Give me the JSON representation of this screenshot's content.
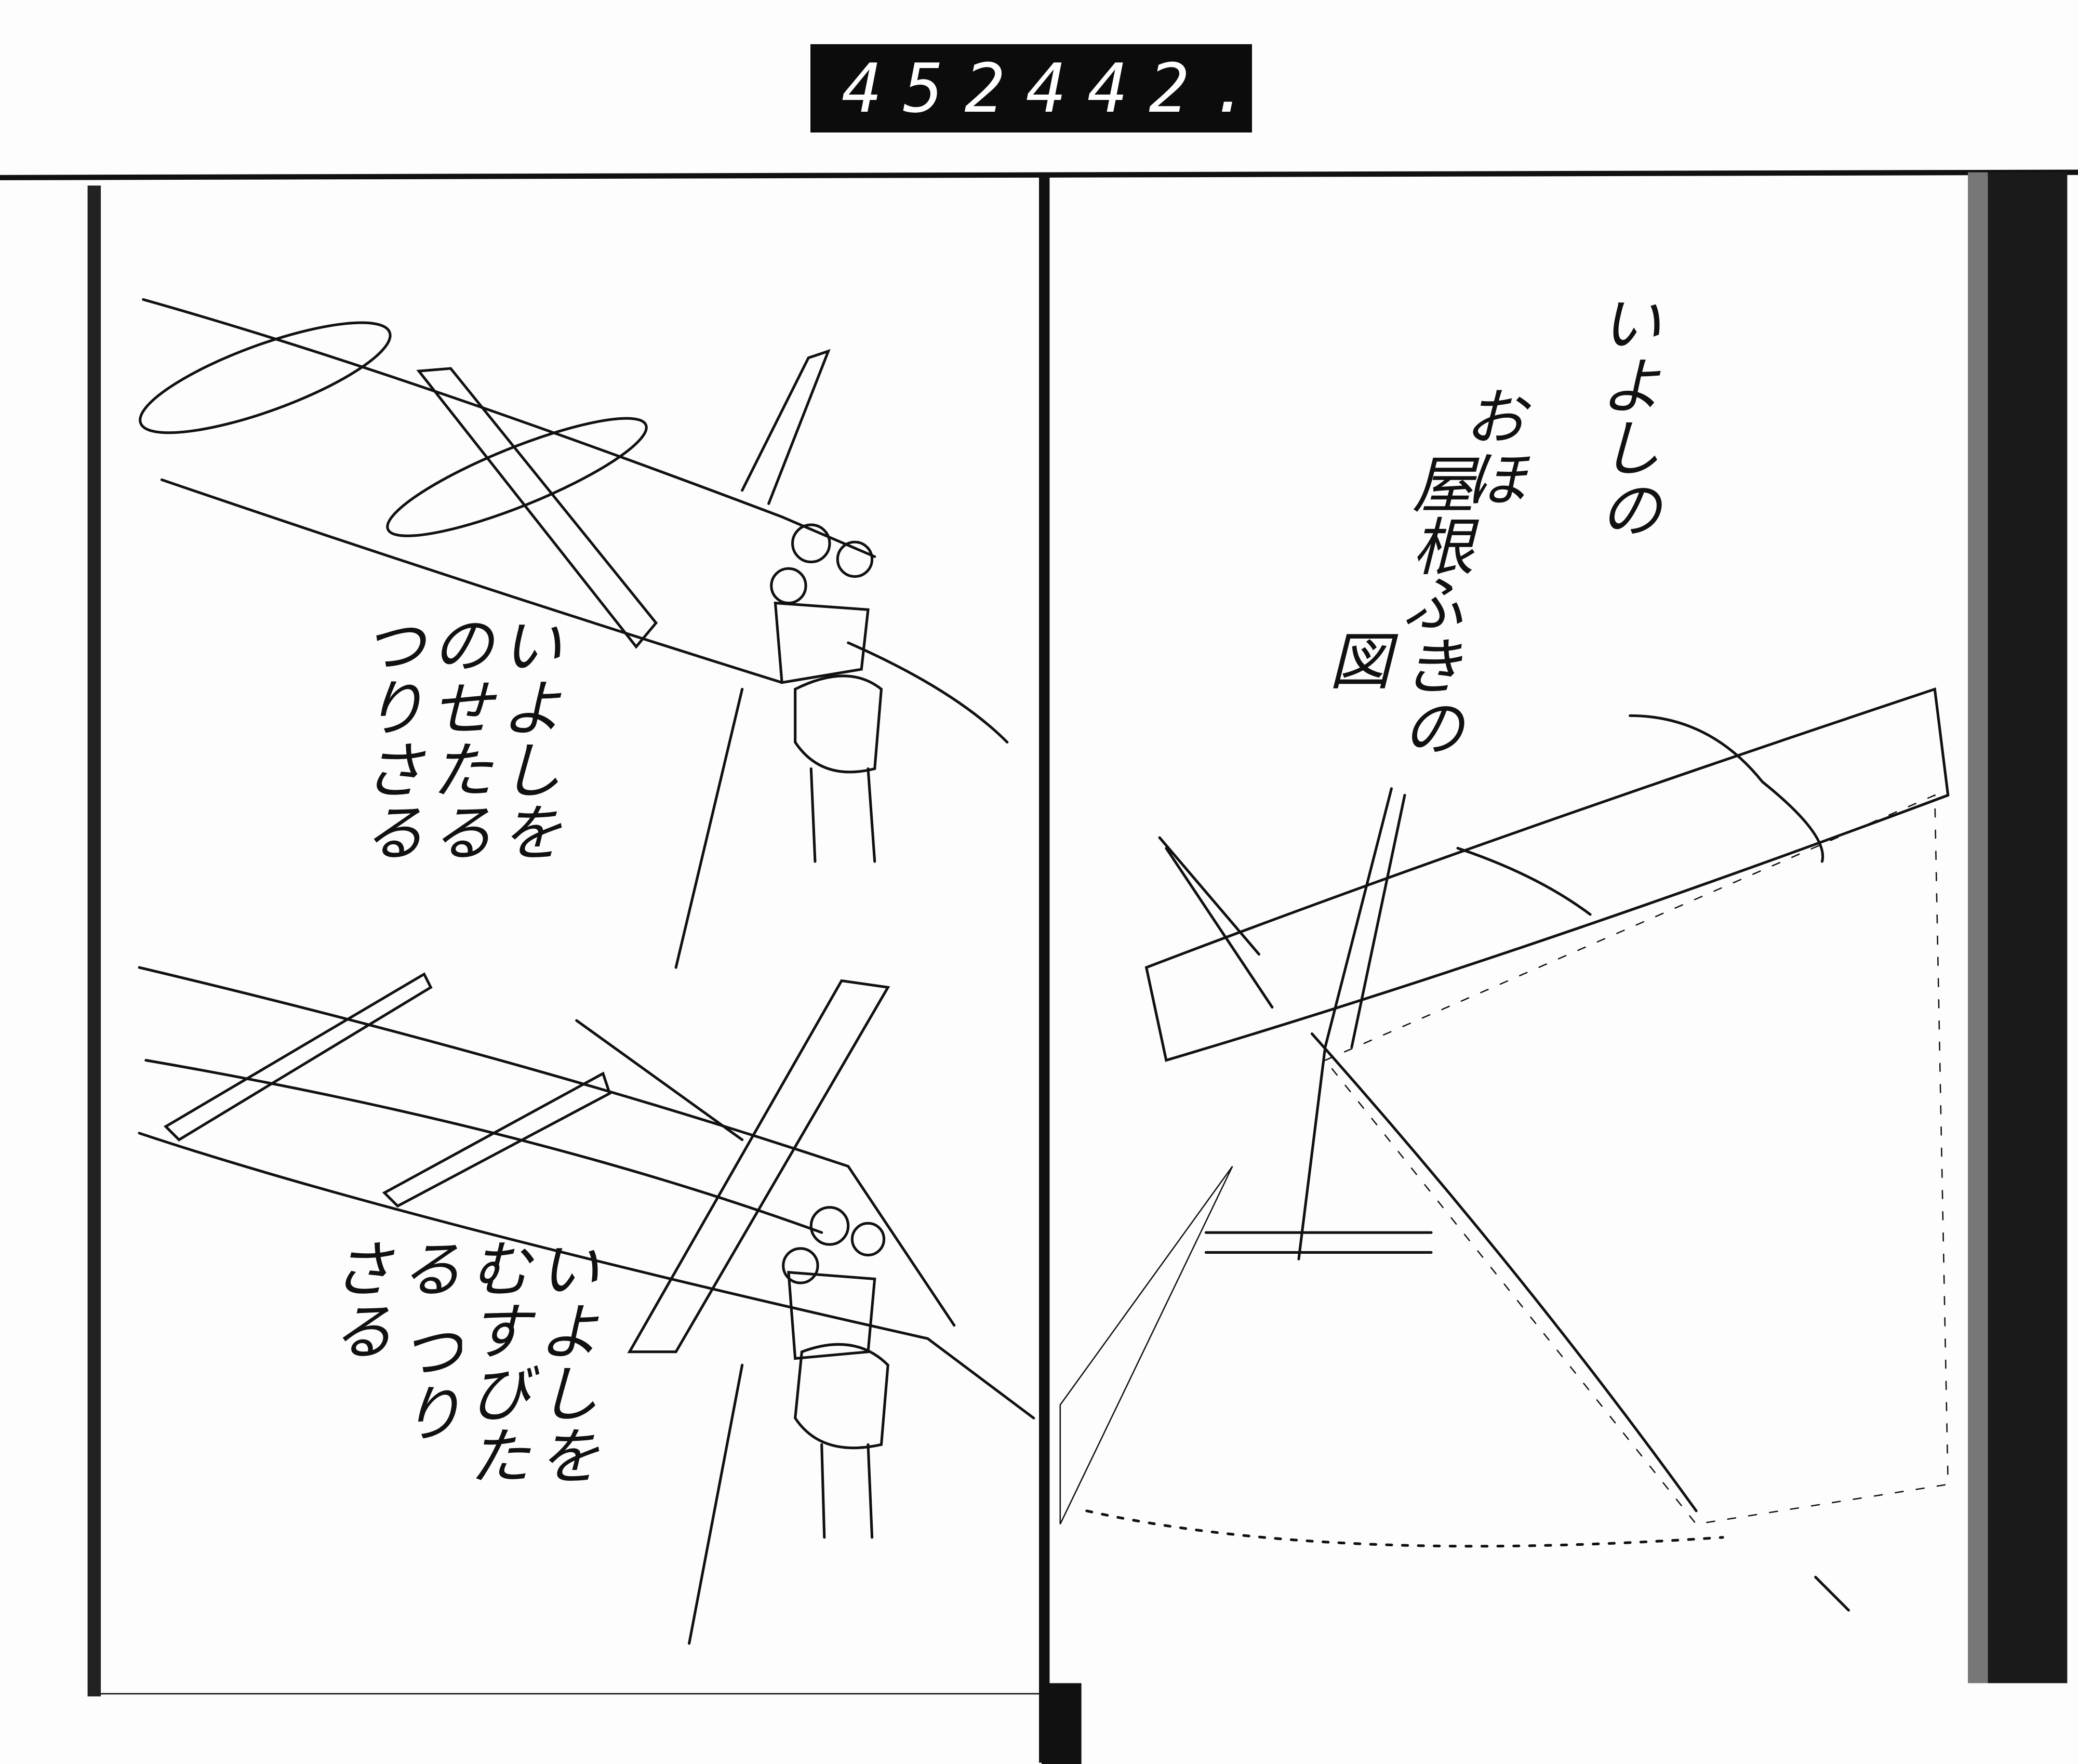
{
  "frame_counter": {
    "left": "452",
    "right": "442."
  },
  "left_page": {
    "captions": [
      "いよしを のせたる つりさる",
      "いよしを むすびたる つりさる"
    ]
  },
  "right_page": {
    "title_lines": [
      "いよしの",
      "おほ",
      "屋根",
      "ふきの",
      "図"
    ]
  },
  "colors": {
    "ink": "#111111",
    "paper": "#fdfdfd",
    "counter_bg": "#0c0c0c"
  }
}
